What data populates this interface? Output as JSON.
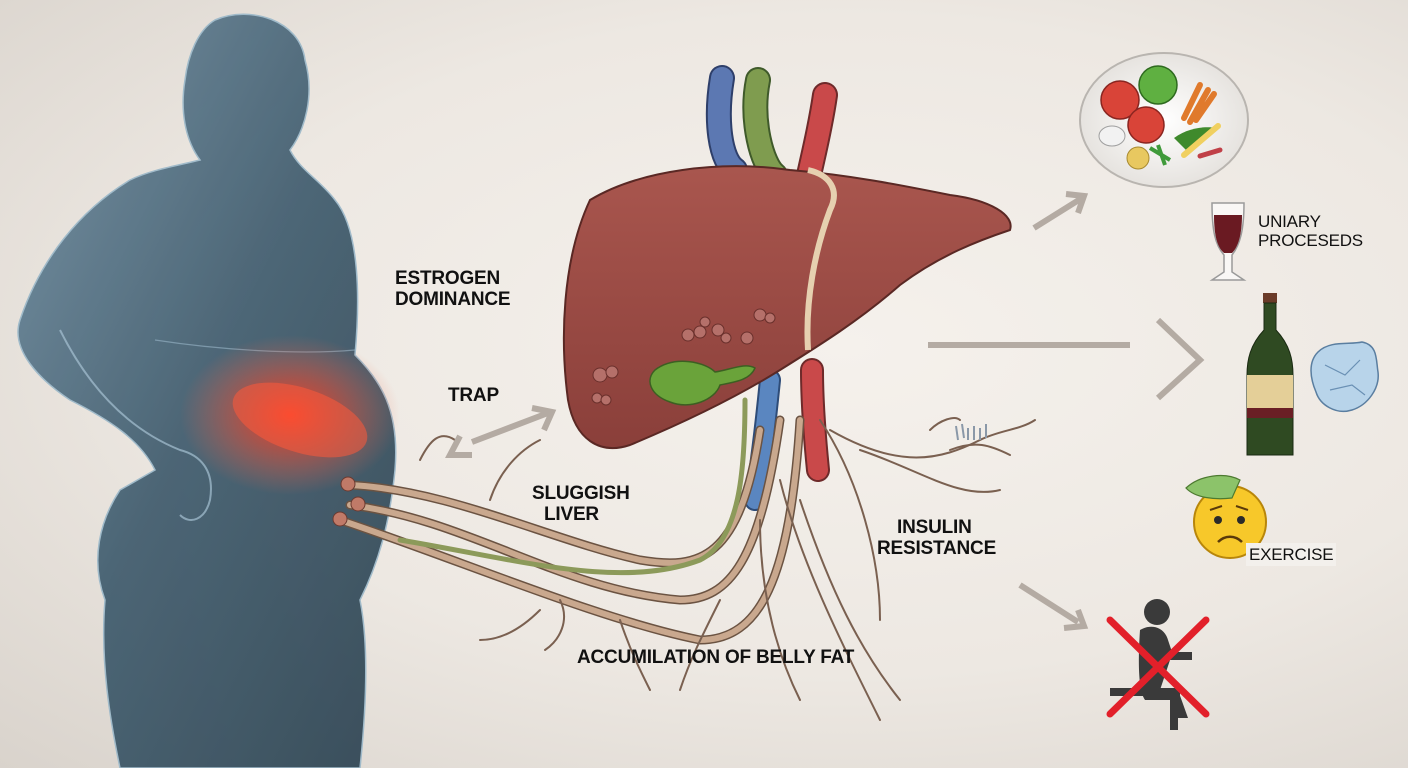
{
  "diagram": {
    "type": "medical-illustration",
    "subject": "Liver, estrogen and belly fat relationship",
    "labels": {
      "estrogen_dominance": [
        "ESTROGEN",
        "DOMINANCE"
      ],
      "trap": "TRAP",
      "sluggish_liver": [
        "SLUGGISH",
        "LIVER"
      ],
      "insulin_resistance": [
        "INSULIN",
        "RESISTANCE"
      ],
      "belly_fat": "ACCUMILATION OF BELLY FAT",
      "processed": [
        "UNIARY",
        "PROCESEDS"
      ],
      "exercise": "EXERCISE"
    },
    "elements": {
      "figure": "woman-silhouette-with-red-abdomen-glow",
      "organ": "liver-with-gallbladder-and-fatty-deposits",
      "vessels": [
        "blue-vein",
        "green-bile-duct",
        "red-artery"
      ],
      "roots": "nerve-root-branches",
      "icons": [
        "vegetable-plate",
        "wine-glass",
        "wine-bottle",
        "crumpled-paper",
        "worried-emoji-with-leaf",
        "no-sitting-sign"
      ]
    },
    "colors": {
      "background": "#efeae4",
      "liver": "#9c4b44",
      "gallbladder": "#6aa33a",
      "vein": "#5a78b0",
      "artery": "#c9484a",
      "bile_duct": "#7f9b4c",
      "arrow": "#b4aba3",
      "glow": "#f0301e",
      "figure": "#3e5a6c",
      "cross": "#e2202a"
    }
  }
}
